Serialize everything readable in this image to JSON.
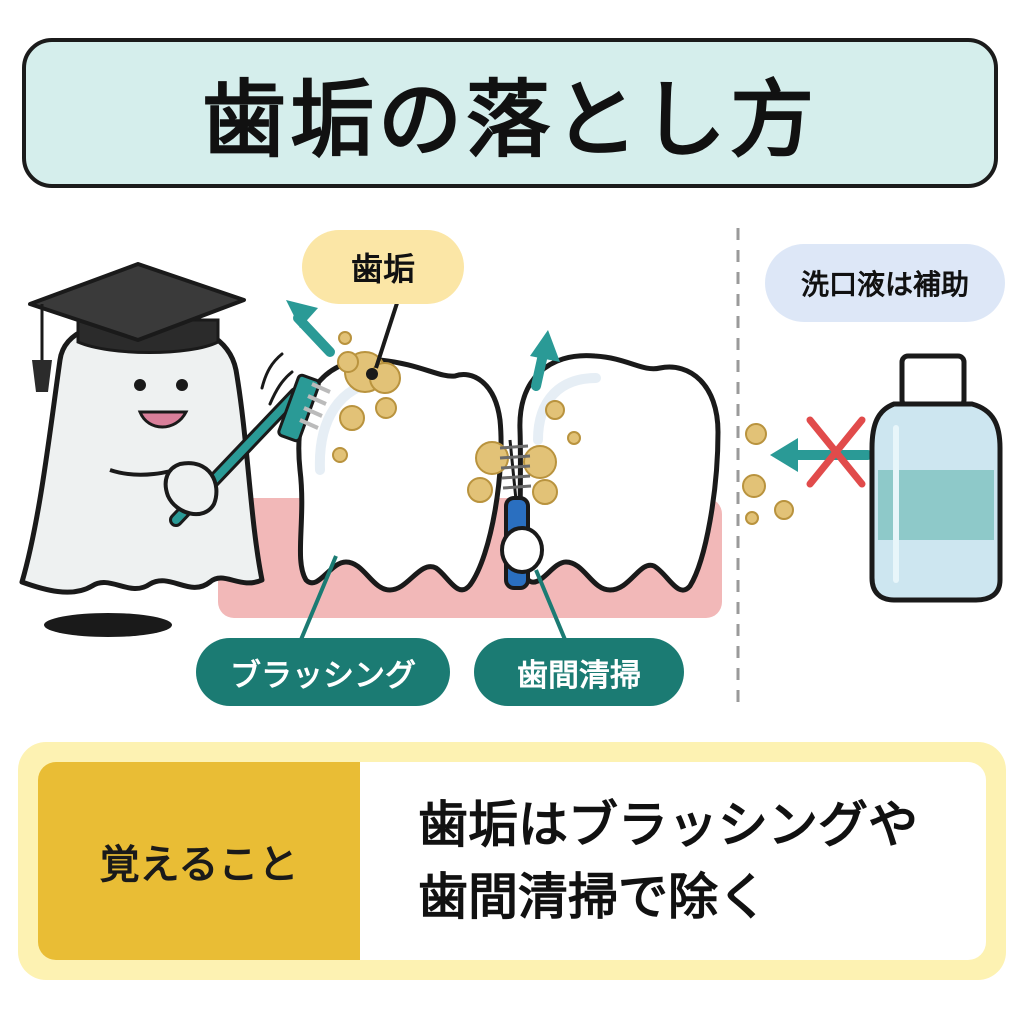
{
  "title": "歯垢の落とし方",
  "labels": {
    "plaque": "歯垢",
    "rinse": "洗口液は補助",
    "brushing": "ブラッシング",
    "interdental": "歯間清掃"
  },
  "memo": {
    "label": "覚えること",
    "line1": "歯垢はブラッシングや",
    "line2": "歯間清掃で除く"
  },
  "colors": {
    "title_bg": "#d5eeec",
    "teal": "#1b7b73",
    "arrow": "#2a9a96",
    "plaque": "#e2c277",
    "gum": "#f2b8b8",
    "memo_label": "#e9bd35",
    "memo_bg": "#fdf2b2",
    "cross": "#e14b4b"
  },
  "icons": [
    "graduation-cap-icon",
    "toothbrush-icon",
    "interdental-brush-icon",
    "mouthwash-bottle-icon",
    "cross-mark-icon",
    "arrow-up-icon",
    "arrow-left-icon"
  ]
}
